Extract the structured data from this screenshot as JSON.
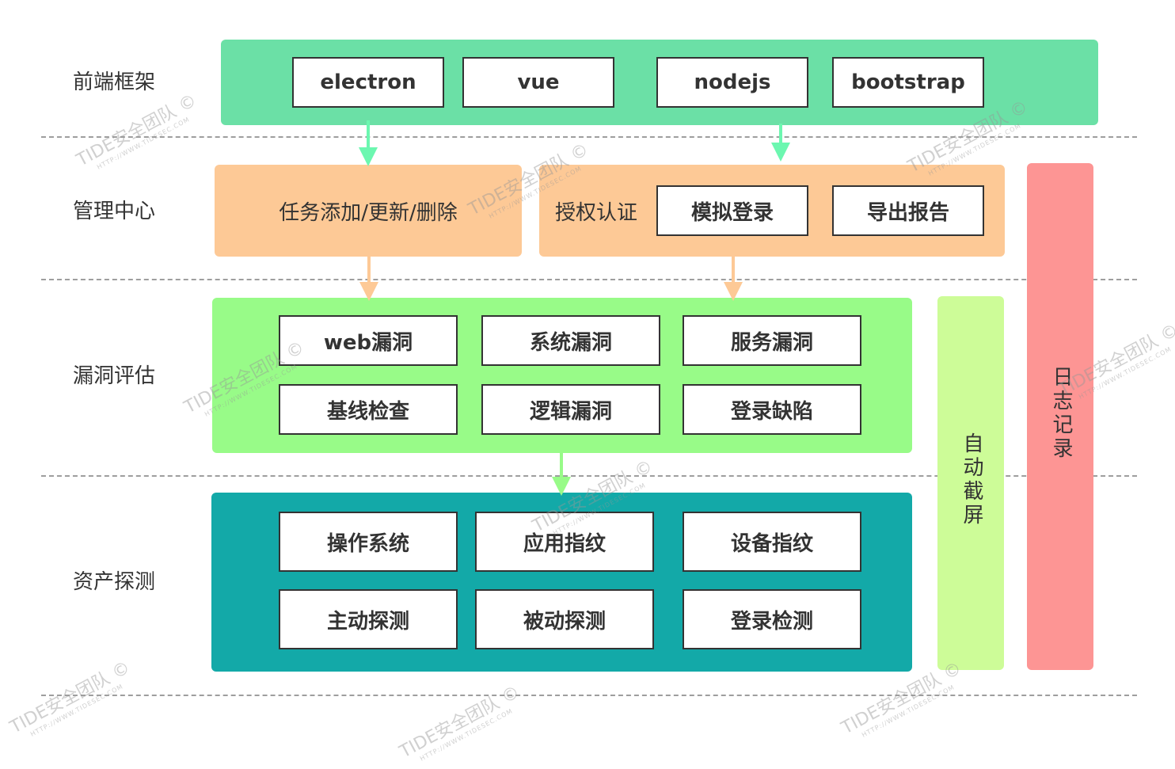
{
  "layers": {
    "frontend": "前端框架",
    "management": "管理中心",
    "vuln": "漏洞评估",
    "asset": "资产探测"
  },
  "frontend_boxes": [
    "electron",
    "vue",
    "nodejs",
    "bootstrap"
  ],
  "management": {
    "task": "任务添加/更新/删除",
    "auth": "授权认证",
    "simulated_login": "模拟登录",
    "export_report": "导出报告"
  },
  "vuln_boxes": [
    "web漏洞",
    "系统漏洞",
    "服务漏洞",
    "基线检查",
    "逻辑漏洞",
    "登录缺陷"
  ],
  "asset_boxes": [
    "操作系统",
    "应用指纹",
    "设备指纹",
    "主动探测",
    "被动探测",
    "登录检测"
  ],
  "side": {
    "screenshot": "自动截屏",
    "log": "日志记录"
  },
  "watermark": {
    "text": "TIDE安全团队 ©",
    "url": "HTTP://WWW.TIDESEC.COM"
  },
  "colors": {
    "frontend": "#6be0a6",
    "management": "#fdc996",
    "vuln": "#98fb88",
    "asset": "#13a9a8",
    "screenshot": "#cdfc98",
    "log": "#fd9594",
    "arrow_green": "#6cf7b0",
    "arrow_orange": "#fdc996"
  }
}
